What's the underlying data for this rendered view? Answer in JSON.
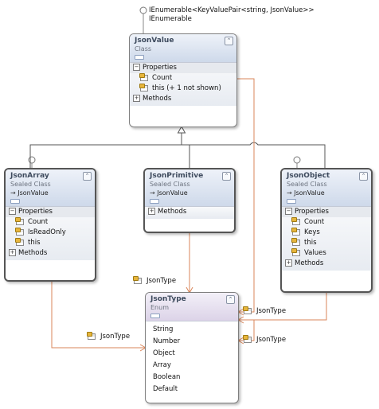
{
  "interfaces": {
    "line1": "IEnumerable<KeyValuePair<string, JsonValue>>",
    "line2": "IEnumerable"
  },
  "shapes": {
    "jsonvalue": {
      "name": "JsonValue",
      "kind": "Class",
      "properties_label": "Properties",
      "properties": [
        "Count",
        "this (+ 1 not shown)"
      ],
      "methods_label": "Methods"
    },
    "jsonarray": {
      "name": "JsonArray",
      "kind": "Sealed Class",
      "base": "JsonValue",
      "properties_label": "Properties",
      "properties": [
        "Count",
        "IsReadOnly",
        "this"
      ],
      "methods_label": "Methods"
    },
    "jsonprimitive": {
      "name": "JsonPrimitive",
      "kind": "Sealed Class",
      "base": "JsonValue",
      "methods_label": "Methods"
    },
    "jsonobject": {
      "name": "JsonObject",
      "kind": "Sealed Class",
      "base": "JsonValue",
      "properties_label": "Properties",
      "properties": [
        "Count",
        "Keys",
        "this",
        "Values"
      ],
      "methods_label": "Methods"
    },
    "jsontype": {
      "name": "JsonType",
      "kind": "Enum",
      "values": [
        "String",
        "Number",
        "Object",
        "Array",
        "Boolean",
        "Default"
      ]
    }
  },
  "associations": {
    "primitive_label": "JsonType",
    "array_label": "JsonType",
    "object_label": "JsonType",
    "value_label": "JsonType"
  },
  "colors": {
    "association_line": "#d9865a",
    "inheritance_line": "#555555",
    "interface_line": "#888888",
    "class_header": "#ced9ea",
    "enum_header": "#dcd3e8"
  }
}
